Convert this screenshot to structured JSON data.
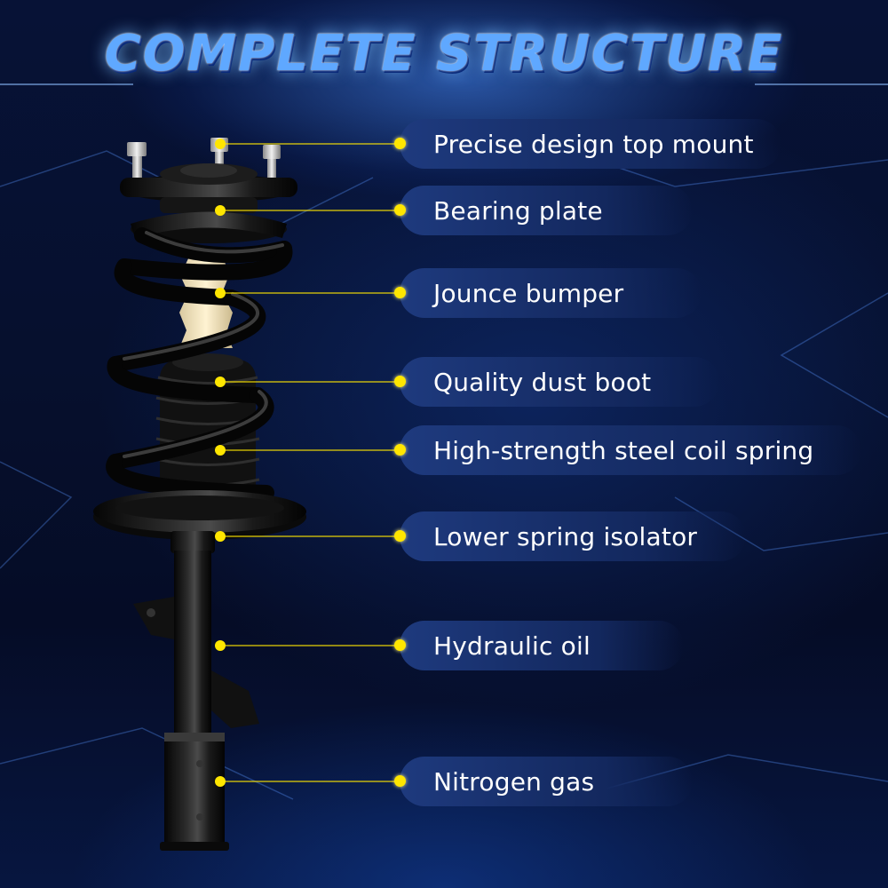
{
  "title": "COMPLETE STRUCTURE",
  "colors": {
    "background": "#06102e",
    "title": "#5fa8ff",
    "pointer": "#ffe600",
    "label_bg": "#1e3a7e",
    "label_text": "#ffffff"
  },
  "product": "strut-assembly-illustration",
  "labels": [
    {
      "text": "Precise design top mount"
    },
    {
      "text": "Bearing plate"
    },
    {
      "text": "Jounce bumper"
    },
    {
      "text": "Quality dust boot"
    },
    {
      "text": "High-strength steel coil spring"
    },
    {
      "text": "Lower spring isolator"
    },
    {
      "text": "Hydraulic oil"
    },
    {
      "text": "Nitrogen gas"
    }
  ]
}
